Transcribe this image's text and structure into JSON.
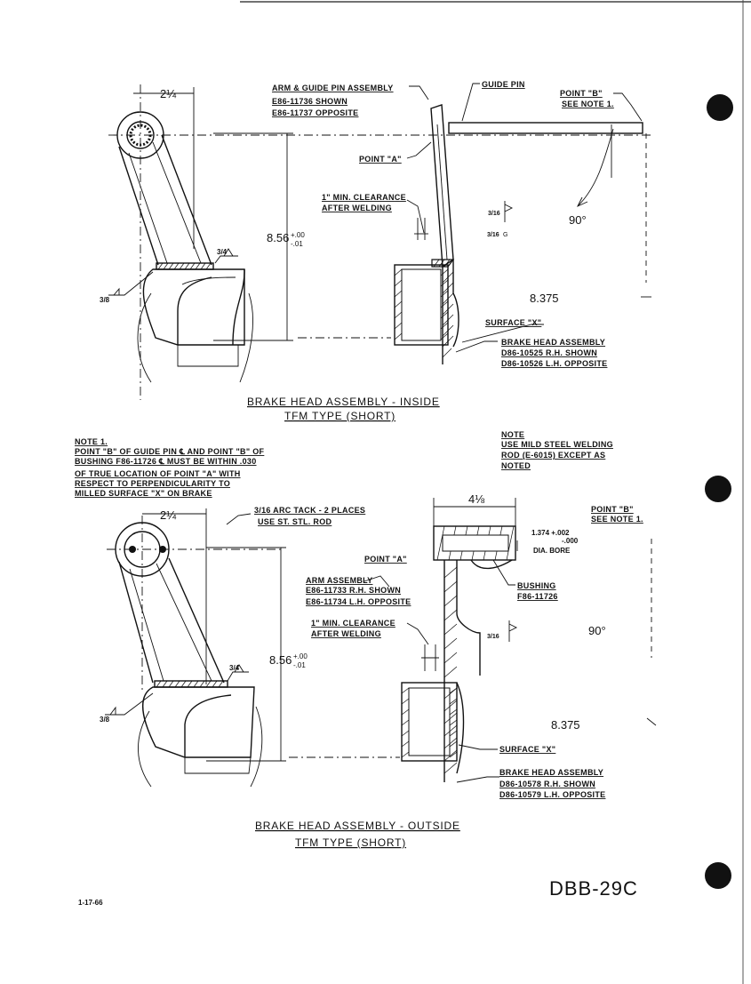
{
  "top_view": {
    "caption_line1": "BRAKE HEAD ASSEMBLY - INSIDE",
    "caption_line2": "TFM TYPE (SHORT)",
    "dim_arm_width": "2¼",
    "dim_height": "8.56",
    "dim_height_tol_plus": "+.00",
    "dim_height_tol_minus": "-.01",
    "dim_horizontal": "8.375",
    "angle": "90°",
    "arm_label_line1": "ARM & GUIDE PIN ASSEMBLY",
    "arm_label_line2": "E86-11736 SHOWN",
    "arm_label_line3": "E86-11737 OPPOSITE",
    "guide_pin_label": "GUIDE PIN",
    "point_b_line1": "POINT \"B\"",
    "point_b_line2": "SEE NOTE 1.",
    "point_a_label": "POINT \"A\"",
    "clearance_line1": "1\" MIN. CLEARANCE",
    "clearance_line2": "AFTER WELDING",
    "surface_label": "SURFACE \"X\"",
    "brake_head_line1": "BRAKE HEAD ASSEMBLY",
    "brake_head_line2": "D86-10525 R.H. SHOWN",
    "brake_head_line3": "D86-10526 L.H. OPPOSITE",
    "weld_left": "3/8",
    "weld_arm": "3/4",
    "weld_side_a": "3/16",
    "weld_side_b": "3/16",
    "weld_side_g": "G"
  },
  "note1": {
    "heading": "NOTE 1.",
    "line1": "POINT \"B\" OF GUIDE PIN ℄ AND POINT \"B\" OF",
    "line2": "BUSHING F86-11726 ℄ MUST BE WITHIN .030",
    "line3": "OF TRUE LOCATION OF POINT \"A\" WITH",
    "line4": "RESPECT TO PERPENDICULARITY TO",
    "line5": "MILLED SURFACE \"X\" ON BRAKE"
  },
  "note_welding": {
    "heading": "NOTE",
    "line1": "USE MILD STEEL WELDING",
    "line2": "ROD (E-6015) EXCEPT AS",
    "line3": "NOTED"
  },
  "bottom_view": {
    "caption_line1": "BRAKE HEAD ASSEMBLY - OUTSIDE",
    "caption_line2": "TFM TYPE (SHORT)",
    "dim_arm_width": "2¼",
    "dim_bushing_width": "4⅛",
    "dim_height": "8.56",
    "dim_height_tol_plus": "+.00",
    "dim_height_tol_minus": "-.01",
    "dim_horizontal": "8.375",
    "angle": "90°",
    "arc_tack_line1": "3/16 ARC TACK - 2 PLACES",
    "arc_tack_line2": "USE ST. STL. ROD",
    "point_a_label": "POINT \"A\"",
    "point_b_line1": "POINT \"B\"",
    "point_b_line2": "SEE NOTE 1.",
    "bore_line1": "1.374 +.002",
    "bore_line2": "-.000",
    "bore_line3": "DIA. BORE",
    "arm_label_line1": "ARM ASSEMBLY",
    "arm_label_line2": "E86-11733 R.H. SHOWN",
    "arm_label_line3": "E86-11734 L.H. OPPOSITE",
    "bushing_line1": "BUSHING",
    "bushing_line2": "F86-11726",
    "clearance_line1": "1\" MIN. CLEARANCE",
    "clearance_line2": "AFTER WELDING",
    "surface_label": "SURFACE \"X\"",
    "brake_head_line1": "BRAKE HEAD ASSEMBLY",
    "brake_head_line2": "D86-10578 R.H. SHOWN",
    "brake_head_line3": "D86-10579 L.H. OPPOSITE",
    "weld_left": "3/8",
    "weld_arm": "3/4",
    "weld_side": "3/16"
  },
  "footer": {
    "date": "1-17-66",
    "drawing_code": "DBB-29C"
  }
}
